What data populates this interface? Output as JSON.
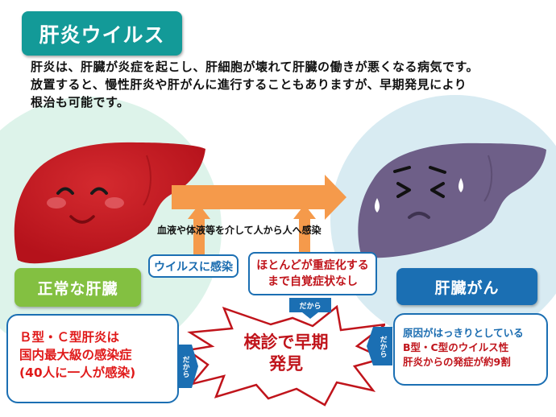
{
  "title": "肝炎ウイルス",
  "intro": {
    "lines": [
      "肝炎は、肝臓が炎症を起こし、肝細胞が壊れて肝臓の働きが悪くなる病気です。",
      "放置すると、慢性肝炎や肝がんに進行することもありますが、早期発見により",
      "根治も可能です。"
    ]
  },
  "transmission_text": "血液や体液等を介して人から人へ感染",
  "virus_infection_label": "ウイルスに感染",
  "severe_box": {
    "lines": [
      "ほとんどが重症化する",
      "まで自覚症状なし"
    ]
  },
  "normal_liver_label": "正常な肝臓",
  "liver_cancer_label": "肝臓がん",
  "bc_box": {
    "lines": [
      "Ｂ型・Ｃ型肝炎は",
      "国内最大級の感染症",
      "(40人に一人が感染)"
    ]
  },
  "cause_box": {
    "line1": "原因がはっきりとしている",
    "line2": "B型・C型のウイルス性",
    "line3": "肝炎からの発症が約9割"
  },
  "dakara": {
    "top": "だから",
    "left": "だから",
    "right": "だから"
  },
  "burst": {
    "lines": [
      "検診で早期",
      "発見"
    ]
  },
  "colors": {
    "title_teal": "#139a98",
    "normal_green": "#83c041",
    "cancer_blue": "#1b6fb3",
    "arrow_orange": "#f59a4b",
    "alert_red": "#c0141b",
    "healthy_liver": "#c8161f",
    "sick_liver": "#6e5f88"
  },
  "icons": {
    "healthy_liver": "happy-liver-icon",
    "sick_liver": "sick-liver-icon"
  }
}
